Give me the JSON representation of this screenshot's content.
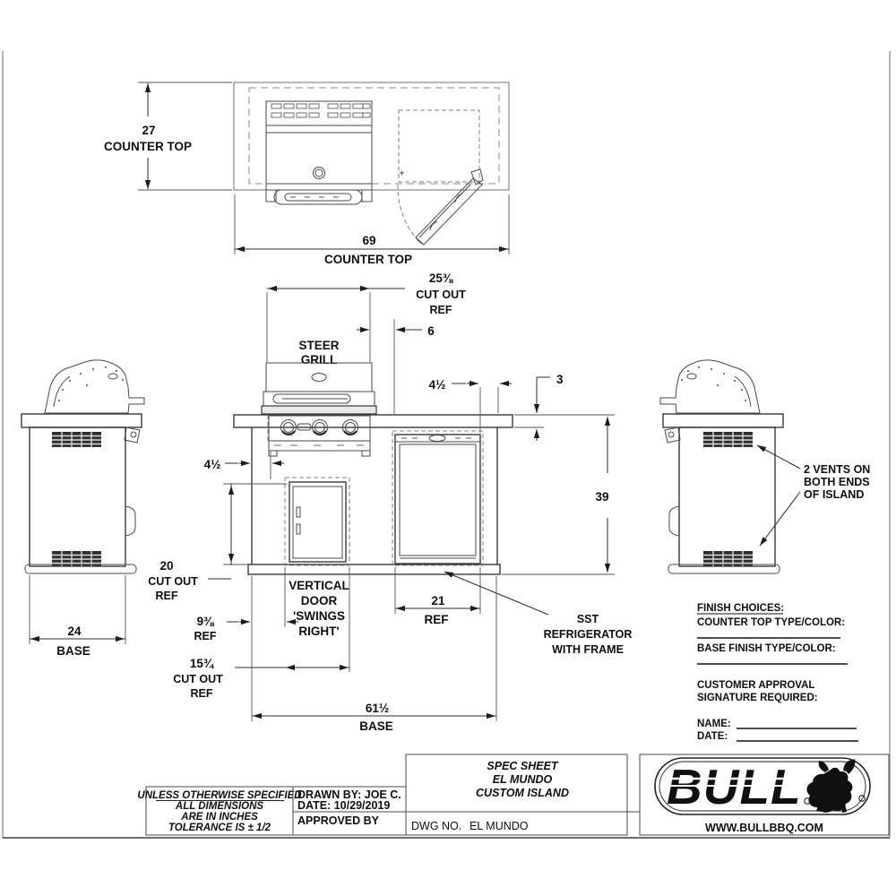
{
  "doc": {
    "type": "spec-sheet-technical-drawing",
    "units_note": "inches"
  },
  "labels": {
    "tv27": "27",
    "tv27_cap": "COUNTER TOP",
    "tv69": "69",
    "tv69_cap": "COUNTER TOP",
    "steer": "STEER",
    "grill": "GRILL",
    "cutout2538": "25⅜",
    "cutout2538_a": "CUT OUT",
    "cutout2538_b": "REF",
    "gap6": "6",
    "thick3": "3",
    "off45_grill": "4½",
    "off45_fridge": "4½",
    "h39": "39",
    "d20": "20",
    "d20_a": "CUT OUT",
    "d20_b": "REF",
    "d93": "9⅜",
    "d93_a": "REF",
    "d153": "15¾",
    "d153_a": "CUT OUT",
    "d153_b": "REF",
    "door_a": "VERTICAL",
    "door_b": "DOOR",
    "door_c": "'SWINGS",
    "door_d": "RIGHT'",
    "d21": "21",
    "d21_a": "REF",
    "sst_a": "SST",
    "sst_b": "REFRIGERATOR",
    "sst_c": "WITH FRAME",
    "b615": "61½",
    "b615_a": "BASE",
    "b24": "24",
    "b24_a": "BASE",
    "vents_a": "2 VENTS ON",
    "vents_b": "BOTH ENDS",
    "vents_c": "OF ISLAND"
  },
  "finish": {
    "title": "FINISH CHOICES:",
    "counter": "COUNTER TOP TYPE/COLOR:",
    "base": "BASE FINISH TYPE/COLOR:",
    "cust1": "CUSTOMER APPROVAL",
    "cust2": "SIGNATURE REQUIRED:",
    "name": "NAME:",
    "date": "DATE:"
  },
  "titleblock": {
    "tol1": "UNLESS OTHERWISE SPECIFIED",
    "tol2": "ALL DIMENSIONS",
    "tol3": "ARE IN INCHES",
    "tol4": "TOLERANCE IS ± 1/2",
    "drawn": "DRAWN BY: JOE C.",
    "date": "DATE: 10/29/2019",
    "approved": "APPROVED BY",
    "spec1": "SPEC SHEET",
    "spec2": "EL MUNDO",
    "spec3": "CUSTOM ISLAND",
    "dwg": "DWG NO.",
    "dwg_val": "EL MUNDO",
    "brand": "BULL",
    "site": "WWW.BULLBBQ.COM"
  },
  "colors": {
    "ink": "#111111",
    "line": "#4a4a4a",
    "dashed": "#8a8a8a",
    "paper": "#ffffff"
  }
}
